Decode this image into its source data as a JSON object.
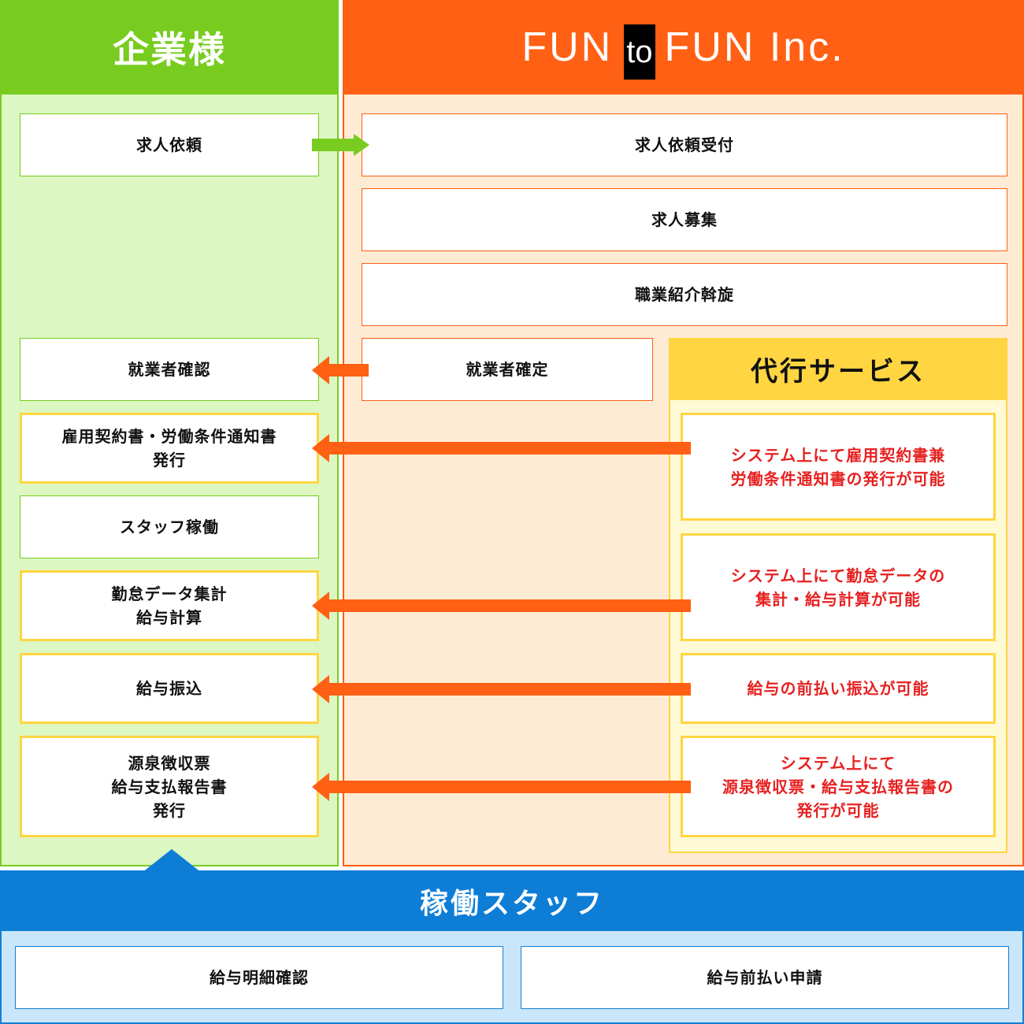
{
  "client": {
    "title": "企業様",
    "color": "#77cc1f",
    "steps": [
      {
        "label": "求人依頼"
      },
      {
        "label": "就業者確認"
      },
      {
        "label_line1": "雇用契約書・労働条件通知書",
        "label_line2": "発行"
      },
      {
        "label": "スタッフ稼働"
      },
      {
        "label_line1": "勤怠データ集計",
        "label_line2": "給与計算"
      },
      {
        "label": "給与振込"
      },
      {
        "label_line1": "源泉徴収票",
        "label_line2": "給与支払報告書",
        "label_line3": "発行"
      }
    ]
  },
  "company": {
    "logo_part1": "FUN",
    "logo_to": "to",
    "logo_part2": "FUN Inc.",
    "color": "#ff6013",
    "steps": [
      {
        "label": "求人依頼受付"
      },
      {
        "label": "求人募集"
      },
      {
        "label": "職業紹介斡旋"
      },
      {
        "label": "就業者確定"
      }
    ]
  },
  "agency_service": {
    "title": "代行サービス",
    "color": "#ffd541",
    "items": [
      {
        "line1": "システム上にて雇用契約書兼",
        "line2": "労働条件通知書の発行が可能"
      },
      {
        "line1": "システム上にて勤怠データの",
        "line2": "集計・給与計算が可能"
      },
      {
        "line1": "給与の前払い振込が可能"
      },
      {
        "line1": "システム上にて",
        "line2": "源泉徴収票・給与支払報告書の",
        "line3": "発行が可能"
      }
    ],
    "text_color": "#e62121"
  },
  "staff": {
    "title": "稼働スタッフ",
    "color": "#0e7dd6",
    "steps": [
      {
        "label": "給与明細確認"
      },
      {
        "label": "給与前払い申請"
      }
    ]
  },
  "arrows": [
    {
      "from": "求人依頼",
      "to": "求人依頼受付",
      "direction": "right",
      "color": "#77cc1f"
    },
    {
      "from": "就業者確定",
      "to": "就業者確認",
      "direction": "left",
      "color": "#ff6013"
    },
    {
      "from": "agency_service.items.0",
      "to": "client.steps.2",
      "direction": "left",
      "color": "#ff6013"
    },
    {
      "from": "agency_service.items.1",
      "to": "client.steps.4",
      "direction": "left",
      "color": "#ff6013"
    },
    {
      "from": "agency_service.items.2",
      "to": "client.steps.5",
      "direction": "left",
      "color": "#ff6013"
    },
    {
      "from": "agency_service.items.3",
      "to": "client.steps.6",
      "direction": "left",
      "color": "#ff6013"
    },
    {
      "from": "client",
      "to": "staff",
      "direction": "up",
      "color": "#0e7dd6"
    }
  ]
}
